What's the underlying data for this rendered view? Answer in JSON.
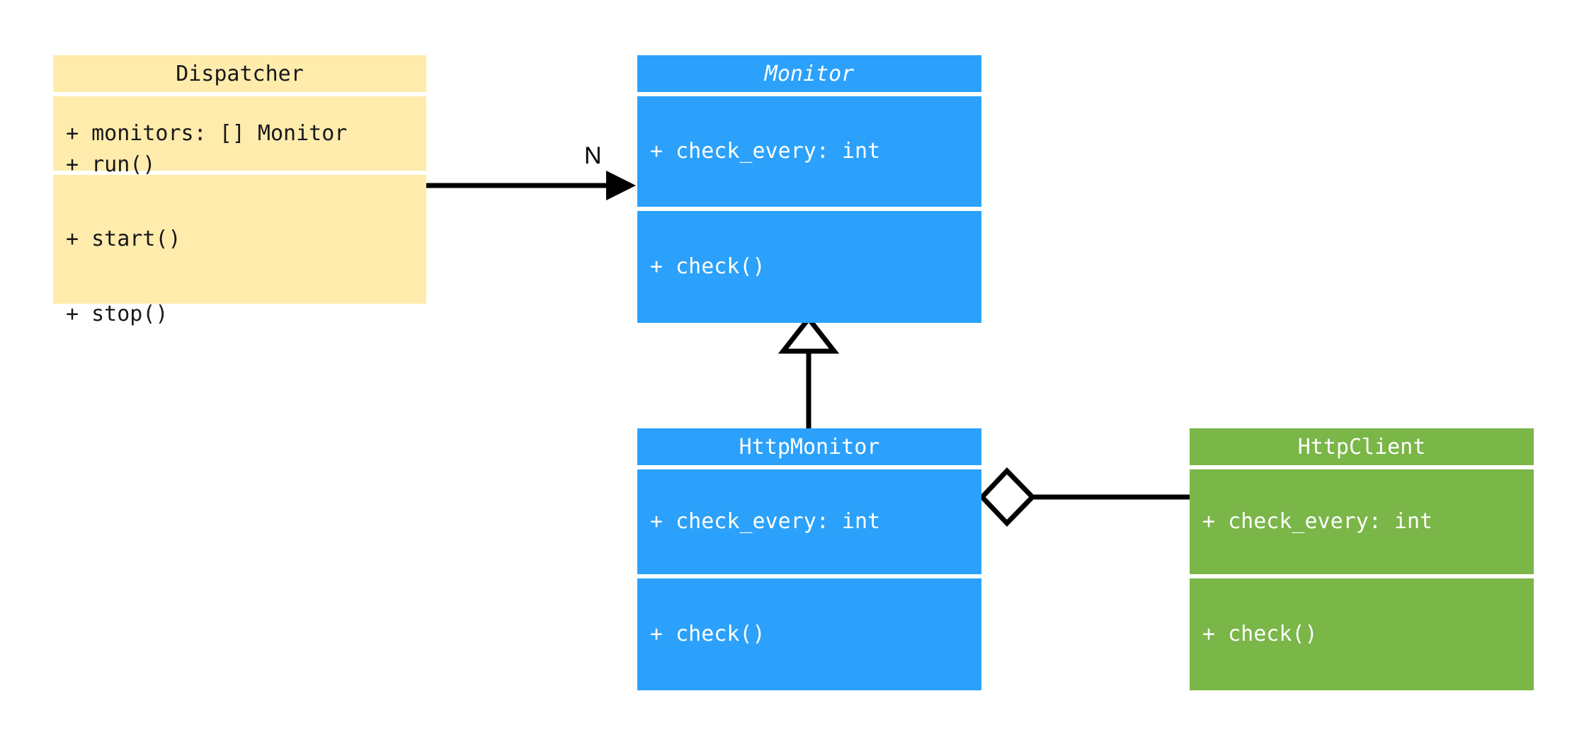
{
  "diagram": {
    "type": "uml-class-diagram",
    "title": "Monitor class hierarchy",
    "background": "#ffffff"
  },
  "colors": {
    "dispatcher_fill": "#FFECAC",
    "dispatcher_text": "#17181a",
    "monitor_fill": "#2BA1FB",
    "monitor_text": "#ffffff",
    "httpclient_fill": "#7AB648",
    "httpclient_text": "#ffffff",
    "edge_stroke": "#000000",
    "marker_fill": "#ffffff"
  },
  "classes": [
    {
      "id": "dispatcher",
      "name": "Dispatcher",
      "abstract": false,
      "theme": "yellow",
      "attributes": [
        "+ monitors: [] Monitor"
      ],
      "methods": [
        "+ run()",
        "+ start()",
        "+ stop()"
      ]
    },
    {
      "id": "monitor",
      "name": "Monitor",
      "abstract": true,
      "theme": "blue",
      "attributes": [
        "+ check_every: int"
      ],
      "methods": [
        "+ check()"
      ]
    },
    {
      "id": "http-monitor",
      "name": "HttpMonitor",
      "abstract": false,
      "theme": "blue",
      "attributes": [
        "+ check_every: int"
      ],
      "methods": [
        "+ check()"
      ]
    },
    {
      "id": "http-client",
      "name": "HttpClient",
      "abstract": false,
      "theme": "green",
      "attributes": [
        "+ check_every: int"
      ],
      "methods": [
        "+ check()"
      ]
    }
  ],
  "relationships": [
    {
      "id": "dispatcher-to-monitor",
      "kind": "association",
      "from": "dispatcher",
      "to": "monitor",
      "marker": "solid-arrow",
      "label": "N"
    },
    {
      "id": "httpmonitor-to-monitor",
      "kind": "generalization",
      "from": "http-monitor",
      "to": "monitor",
      "marker": "hollow-triangle",
      "label": ""
    },
    {
      "id": "httpmonitor-to-httpclient",
      "kind": "aggregation",
      "from": "http-monitor",
      "to": "http-client",
      "marker": "hollow-diamond",
      "label": ""
    }
  ]
}
